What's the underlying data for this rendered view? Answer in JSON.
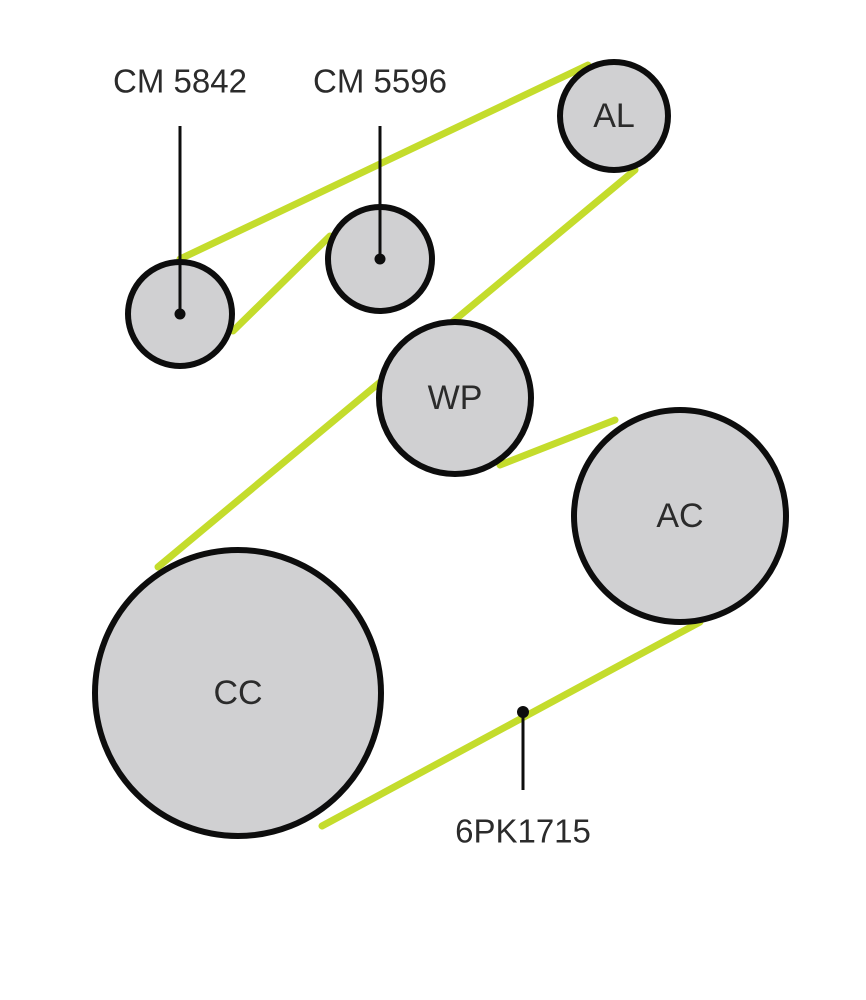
{
  "diagram": {
    "pulleys": {
      "al": "AL",
      "wp": "WP",
      "ac": "AC",
      "cc": "CC"
    },
    "callouts": {
      "idler_left": "CM 5842",
      "idler_right": "CM 5596",
      "belt": "6PK1715"
    }
  },
  "colors": {
    "belt": "#c4dc2c",
    "pulley_fill": "#d0d0d2",
    "outline": "#0d0d0d",
    "text": "#2b2b2b",
    "background": "#ffffff"
  }
}
